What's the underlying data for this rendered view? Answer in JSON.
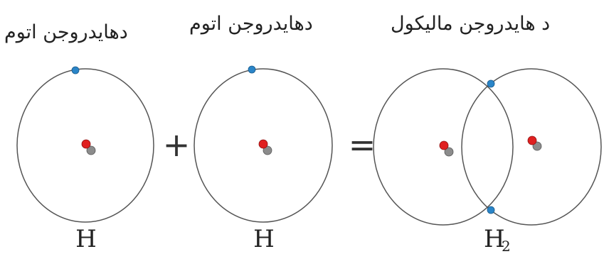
{
  "labels": {
    "atom_left": "دهایدروجن اتوم",
    "atom_right": "دهایدروجن اتوم",
    "molecule": "د هایدروجن مالیکول"
  },
  "symbols": {
    "atom_left": "H",
    "atom_right": "H",
    "molecule_base": "H",
    "molecule_subscript": "2"
  },
  "operators": {
    "plus": "+",
    "equals": "="
  },
  "colors": {
    "orbit": "#555555",
    "electron": "#2a85c8",
    "proton": "#e02020",
    "neutron": "#8c8c8c"
  }
}
